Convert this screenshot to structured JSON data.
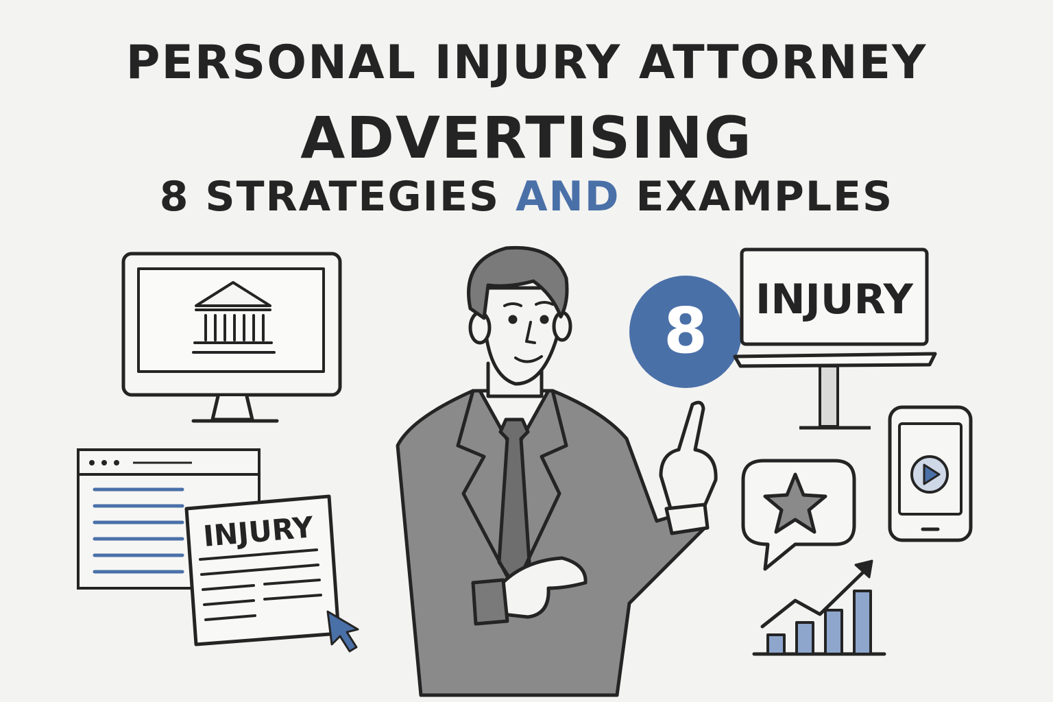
{
  "title": {
    "line1": "PERSONAL INJURY ATTORNEY",
    "line2": "ADVERTISING",
    "line3_pre": "8 STRATEGIES ",
    "line3_accent": "AND",
    "line3_post": " EXAMPLES"
  },
  "badge_number": "8",
  "billboard_text": "INJURY",
  "newspaper_text": "INJURY",
  "colors": {
    "accent": "#4a70a8",
    "ink": "#242424",
    "suit": "#8a8a8a",
    "background": "#f3f3f1"
  },
  "icons": [
    "courthouse-icon",
    "star-icon",
    "play-icon",
    "cursor-icon",
    "trend-arrow-icon"
  ]
}
